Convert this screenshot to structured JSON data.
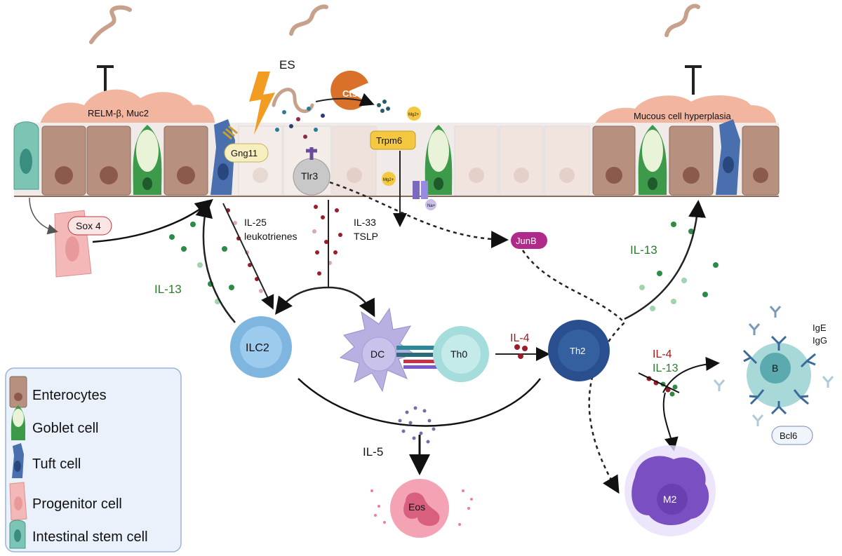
{
  "labels": {
    "relm": "RELM-β, Muc2",
    "mucous": "Mucous cell hyperplasia",
    "es": "ES",
    "ctsl": "Ctsl",
    "gng11": "Gng11",
    "tlr3": "Tlr3",
    "trpm6": "Trpm6",
    "mg2plus": "Mg2+",
    "na_plus": "Na+",
    "sox4": "Sox 4",
    "il25": "IL-25",
    "leukotrienes": "leukotrienes",
    "il33": "IL-33",
    "tslp": "TSLP",
    "junb": "JunB",
    "il13_left": "IL-13",
    "il13_right": "IL-13",
    "ilc2": "ILC2",
    "dc": "DC",
    "th0": "Th0",
    "il4_mid": "IL-4",
    "th2": "Th2",
    "il4_right": "IL-4",
    "il13_mid": "IL-13",
    "b": "B",
    "ige": "IgE",
    "igg": "IgG",
    "bcl6": "Bcl6",
    "il5": "IL-5",
    "eos": "Eos",
    "m2": "M2"
  },
  "legend": [
    {
      "label": "Enterocytes",
      "icon": "enterocyte-icon"
    },
    {
      "label": "Goblet cell",
      "icon": "goblet-cell-icon"
    },
    {
      "label": "Tuft cell",
      "icon": "tuft-cell-icon"
    },
    {
      "label": "Progenitor cell",
      "icon": "progenitor-cell-icon"
    },
    {
      "label": "Intestinal stem cell",
      "icon": "stem-cell-icon"
    }
  ],
  "colors": {
    "mucus": "#f2b5a0",
    "enterocyte": "#b89080",
    "goblet": "#3c9a4a",
    "tuft": "#4a6fae",
    "stem": "#7cc4b4",
    "progenitor": "#f4b8b8",
    "cytokine_red": "#9c1c2c",
    "cytokine_green": "#2e8b46",
    "th2": "#2a4f8f",
    "ilc2": "#7fb6e0",
    "m2": "#7a4fc2",
    "eos": "#f07d99",
    "junb": "#b02a8a",
    "ctsl": "#d9712a",
    "legend_bg": "#eaf1fb"
  }
}
